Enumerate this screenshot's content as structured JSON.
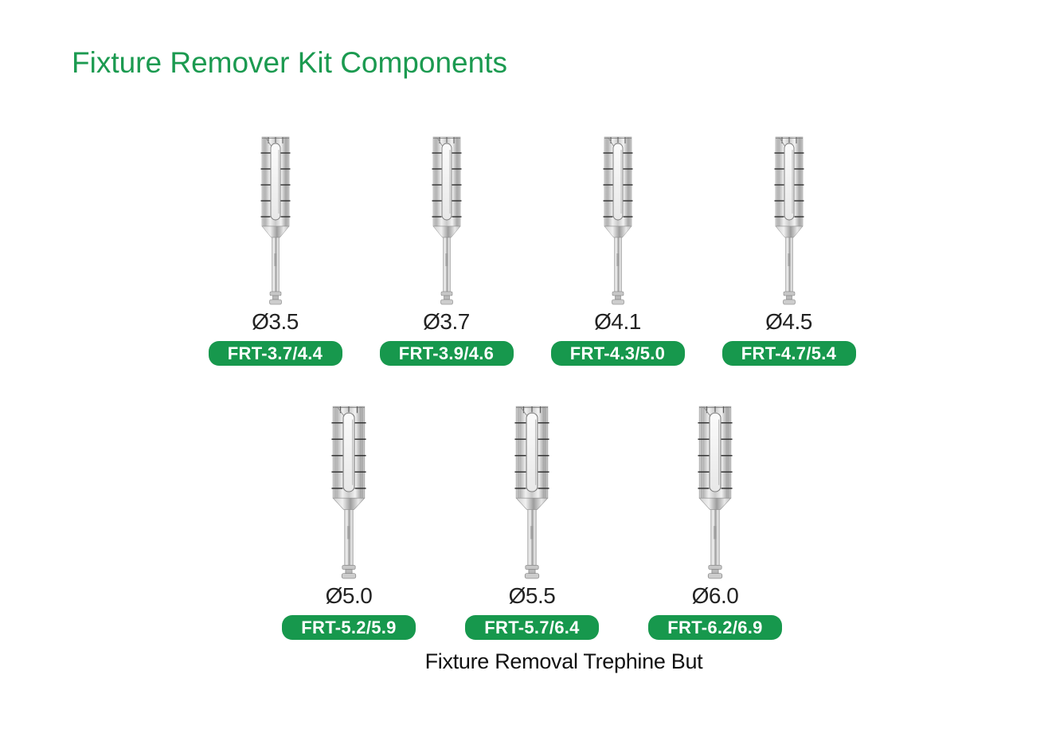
{
  "title": "Fixture Remover Kit Components",
  "caption": "Fixture Removal Trephine But",
  "colors": {
    "title_green": "#1b9a50",
    "badge_green": "#17984d",
    "diameter_text": "#232323",
    "caption_text": "#111111"
  },
  "products": [
    {
      "diameter": "Ø3.5",
      "code": "FRT-3.7/4.4"
    },
    {
      "diameter": "Ø3.7",
      "code": "FRT-3.9/4.6"
    },
    {
      "diameter": "Ø4.1",
      "code": "FRT-4.3/5.0"
    },
    {
      "diameter": "Ø4.5",
      "code": "FRT-4.7/5.4"
    },
    {
      "diameter": "Ø5.0",
      "code": "FRT-5.2/5.9"
    },
    {
      "diameter": "Ø5.5",
      "code": "FRT-5.7/6.4"
    },
    {
      "diameter": "Ø6.0",
      "code": "FRT-6.2/6.9"
    }
  ]
}
